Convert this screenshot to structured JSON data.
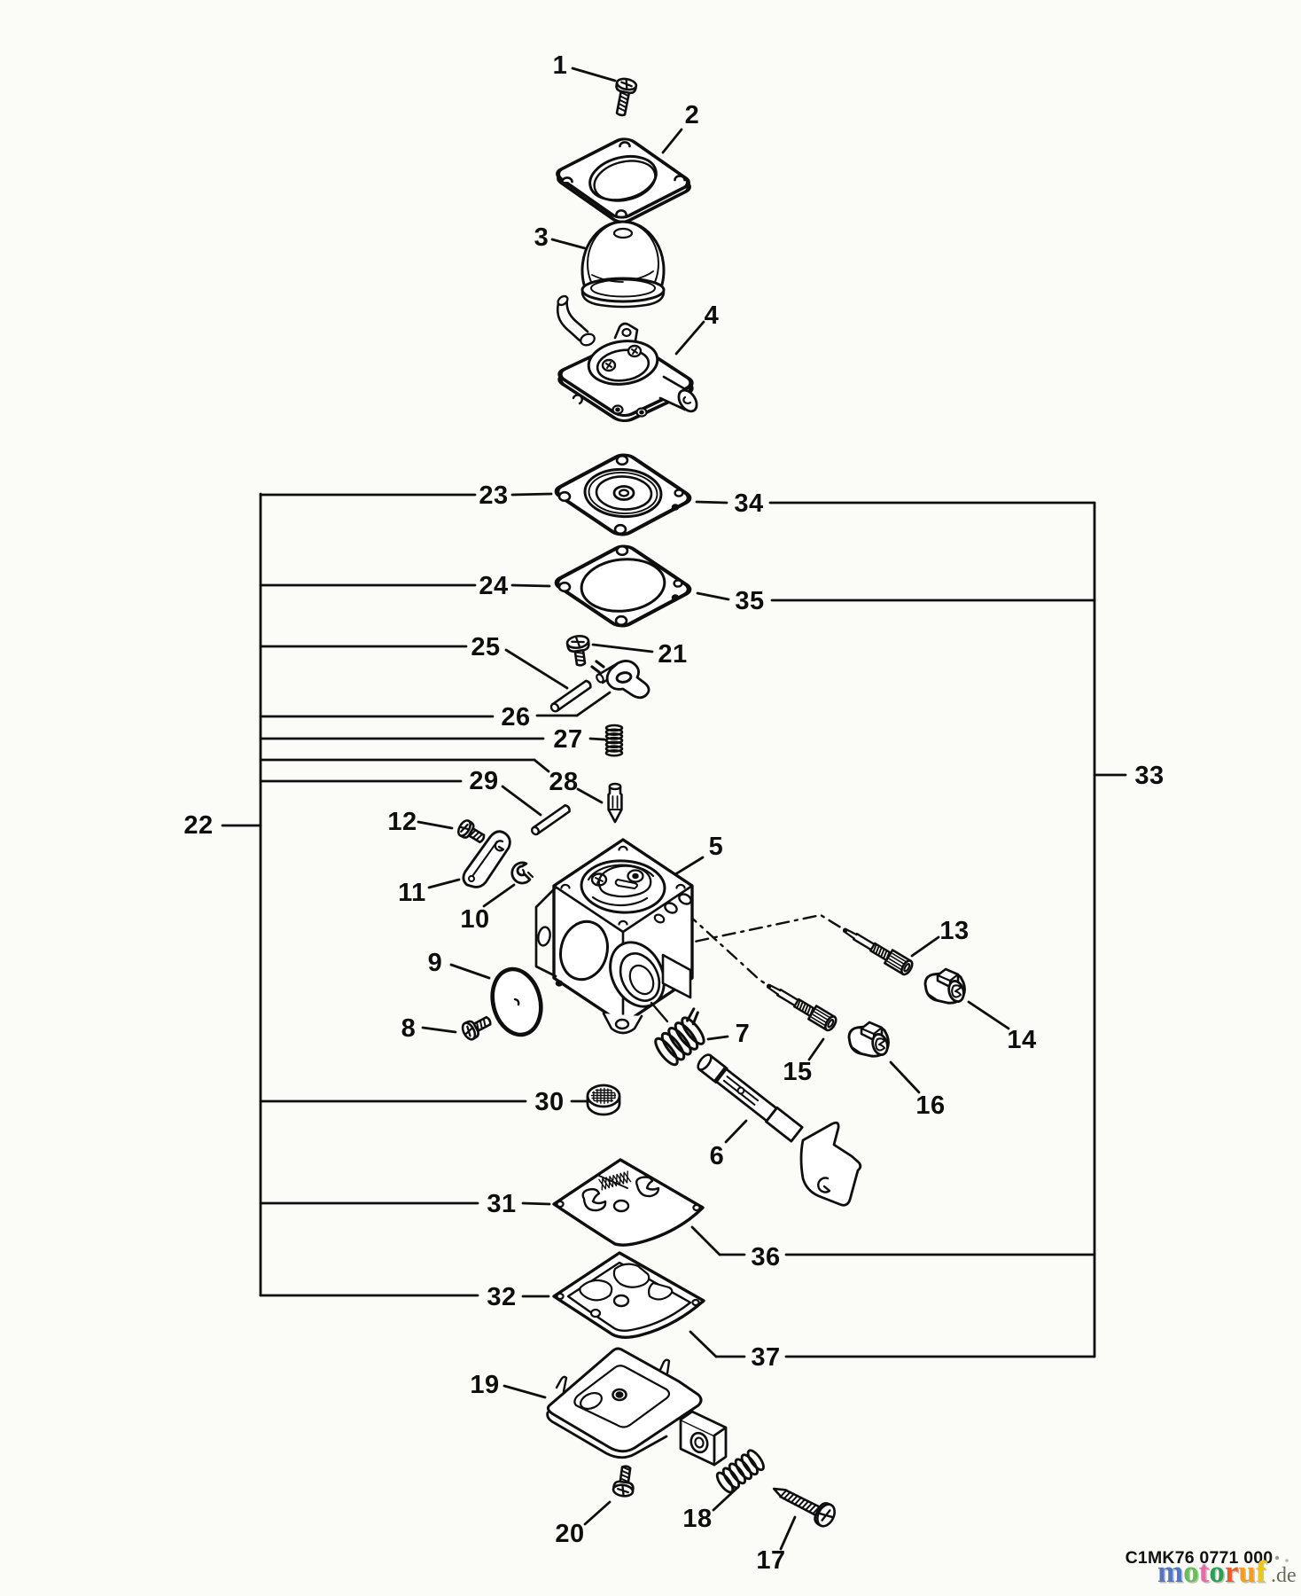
{
  "diagram": {
    "background": "#fbfbf7",
    "line_color": "#0e0e0e"
  },
  "callouts": [
    {
      "label": "1"
    },
    {
      "label": "2"
    },
    {
      "label": "3"
    },
    {
      "label": "4"
    },
    {
      "label": "5"
    },
    {
      "label": "6"
    },
    {
      "label": "7"
    },
    {
      "label": "8"
    },
    {
      "label": "9"
    },
    {
      "label": "10"
    },
    {
      "label": "11"
    },
    {
      "label": "12"
    },
    {
      "label": "13"
    },
    {
      "label": "14"
    },
    {
      "label": "15"
    },
    {
      "label": "16"
    },
    {
      "label": "17"
    },
    {
      "label": "18"
    },
    {
      "label": "19"
    },
    {
      "label": "20"
    },
    {
      "label": "21"
    },
    {
      "label": "22"
    },
    {
      "label": "23"
    },
    {
      "label": "24"
    },
    {
      "label": "25"
    },
    {
      "label": "26"
    },
    {
      "label": "27"
    },
    {
      "label": "28"
    },
    {
      "label": "29"
    },
    {
      "label": "30"
    },
    {
      "label": "31"
    },
    {
      "label": "32"
    },
    {
      "label": "33"
    },
    {
      "label": "34"
    },
    {
      "label": "35"
    },
    {
      "label": "36"
    },
    {
      "label": "37"
    }
  ],
  "footer": {
    "part_code": "C1MK76 0771 000",
    "watermark": {
      "letters": [
        {
          "char": "m",
          "color": "#5577c1"
        },
        {
          "char": "o",
          "color": "#67bd57"
        },
        {
          "char": "t",
          "color": "#ee67a8"
        },
        {
          "char": "o",
          "color": "#2e9e53"
        },
        {
          "char": "r",
          "color": "#ee5a28"
        },
        {
          "char": "u",
          "color": "#f39c1e"
        },
        {
          "char": "f",
          "color": "#eec614"
        }
      ],
      "suffix": ".de",
      "suffix_color": "#6b6b58"
    }
  }
}
